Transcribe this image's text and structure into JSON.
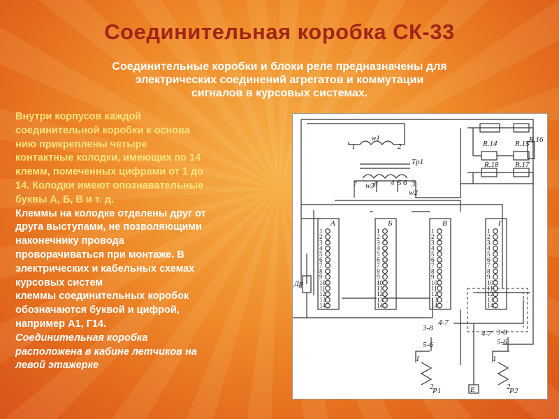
{
  "slide": {
    "title": "Соединительная коробка СК-33",
    "subtitle": [
      "Соединительные коробки и блоки реле предназначены для",
      "электрических соединений агрегатов и коммутации",
      "сигналов в курсовых системах."
    ],
    "paragraph_yellow": [
      "Внутри корпусов каждой",
      "соединительной коробки к основа",
      "нию прикреплены четыре",
      "контактные колодки, имеющих по 14",
      "клемм, помеченных цифрами от 1 до",
      "14. Колодки имеют опознавательные",
      "буквы А, Б, В и т. д."
    ],
    "paragraph_white": [
      "Клеммы на колодке отделены друг от",
      "друга выступами, не позволяющими",
      "наконечнику провода",
      "проворачиваться при монтаже. В",
      "электрических и кабельных схемах",
      "курсовых систем",
      "клеммы соединительных коробок",
      "обозначаются буквой и цифрой,",
      "например А1, Г14."
    ],
    "paragraph_italic": [
      "Соединительная коробка",
      "расположена в кабине летчиков на",
      "левой этажерке"
    ]
  },
  "diagram": {
    "block_labels": [
      "А",
      "Б",
      "В",
      "Г"
    ],
    "labels": {
      "w1": "w1",
      "tr1": "Tp1",
      "w3": "w3",
      "w2": "w2",
      "r14": "R.14",
      "r15": "R.15",
      "r16": "R.16",
      "r17": "R.17",
      "r18": "R.18",
      "dr": "Др",
      "p1": "P1",
      "p2": "P2",
      "e": "E",
      "s38": "3-8",
      "s47a": "4-7",
      "s56a": "5-6",
      "s47b": "4-7",
      "s38b": "3-8",
      "s56b": "5-6",
      "n1": "1",
      "n2": "2",
      "n7": "7",
      "n4": "4",
      "n5": "5",
      "n6": "6",
      "n8": "8",
      "n3": "3",
      "n1b": "1",
      "n2b": "2",
      "n1c": "1",
      "n2c": "2"
    },
    "terminal_numbers": [
      "1",
      "2",
      "3",
      "4",
      "5",
      "6",
      "7",
      "8",
      "9",
      "10",
      "11",
      "12",
      "13",
      "14"
    ]
  }
}
